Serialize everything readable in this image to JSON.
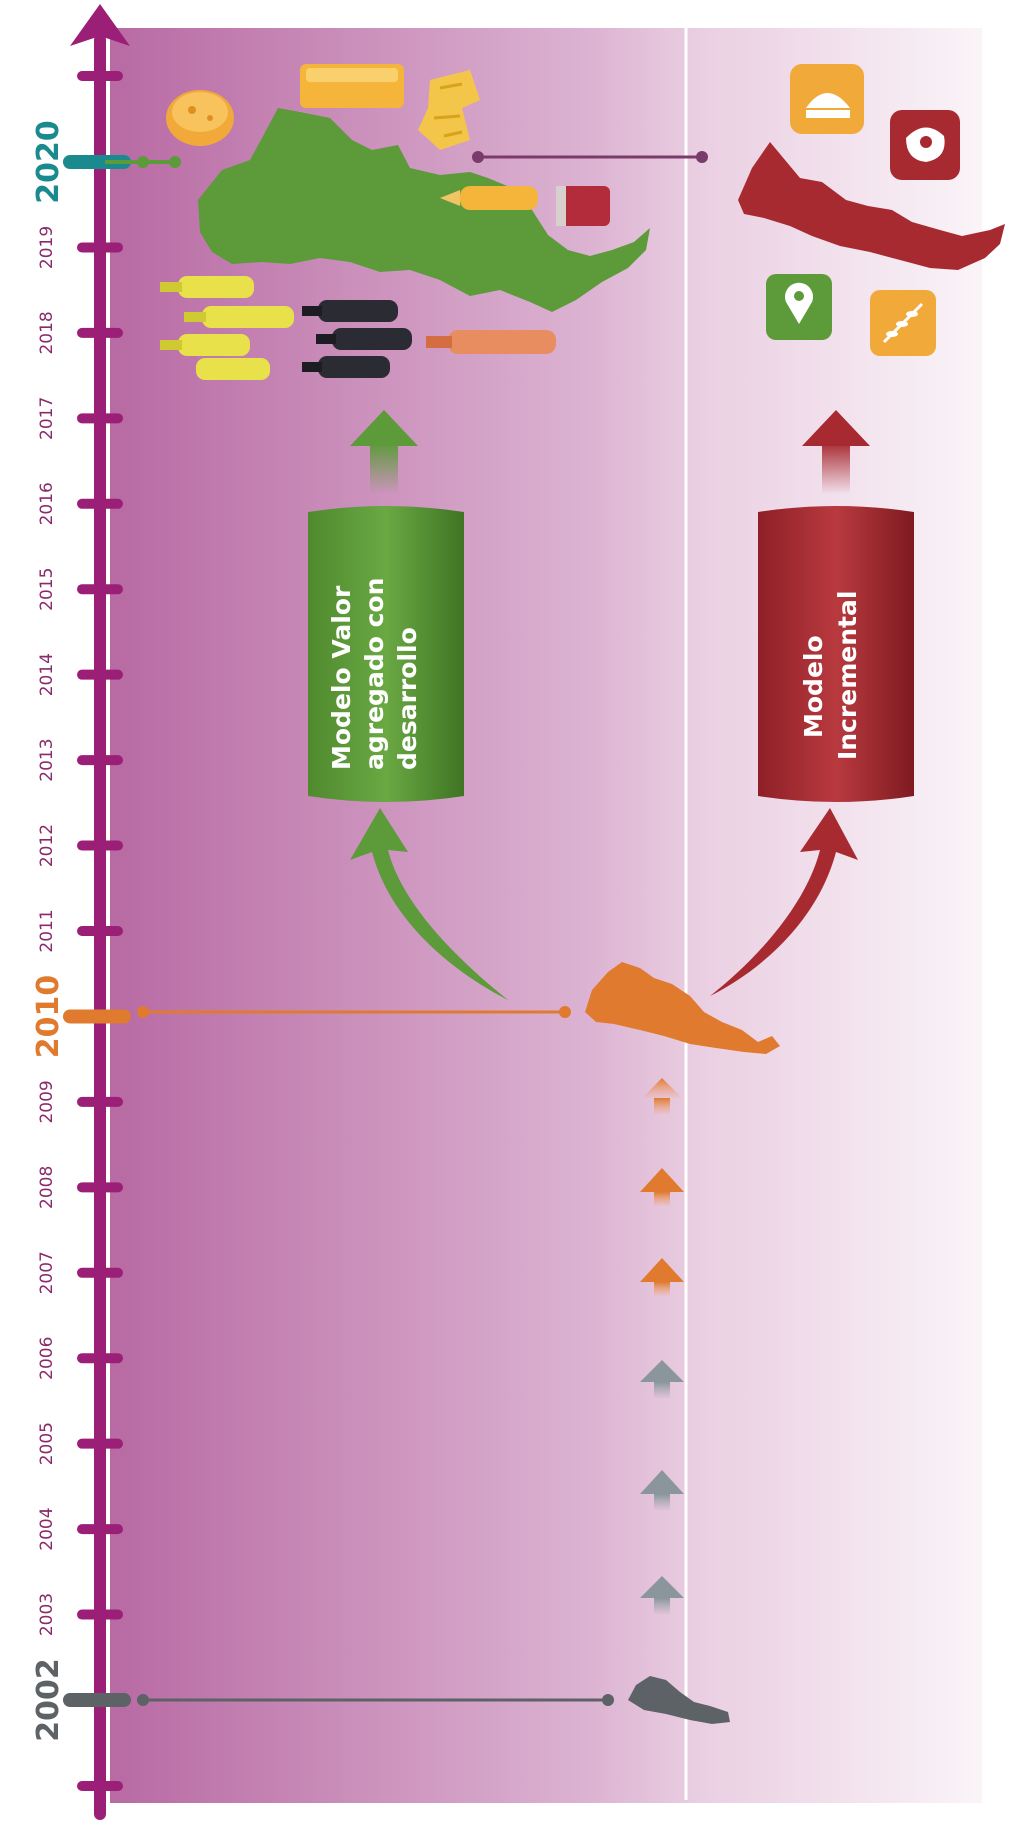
{
  "timeline": {
    "years": [
      "2002",
      "2003",
      "2004",
      "2005",
      "2006",
      "2007",
      "2008",
      "2009",
      "2010",
      "2011",
      "2012",
      "2013",
      "2014",
      "2015",
      "2016",
      "2017",
      "2018",
      "2019",
      "2020"
    ],
    "highlight": {
      "2002": "#5d6266",
      "2010": "#e07a2e",
      "2020": "#1b8a8e"
    }
  },
  "models": {
    "green_lines": [
      "Modelo Valor",
      "agregado con",
      "desarrollo"
    ],
    "red_lines": [
      "Modelo",
      "Incremental"
    ]
  },
  "colors": {
    "axis": "#9c1f77",
    "green": "#5c9a3a",
    "red": "#a72a30",
    "orange": "#e07a2e",
    "gray": "#5d6266",
    "background_left": "#c07aad",
    "background_right": "#f3e6ef"
  },
  "icons": {
    "top_left": [
      "cheese-icon",
      "butter-icon",
      "pasta-icon",
      "honey-jar-icon",
      "jam-jar-icon",
      "white-wine-bottles-icon",
      "red-wine-bottles-icon",
      "rose-wine-bottle-icon"
    ],
    "top_right": [
      "sandwich-icon",
      "meat-icon",
      "location-pin-icon",
      "wheat-icon"
    ]
  }
}
